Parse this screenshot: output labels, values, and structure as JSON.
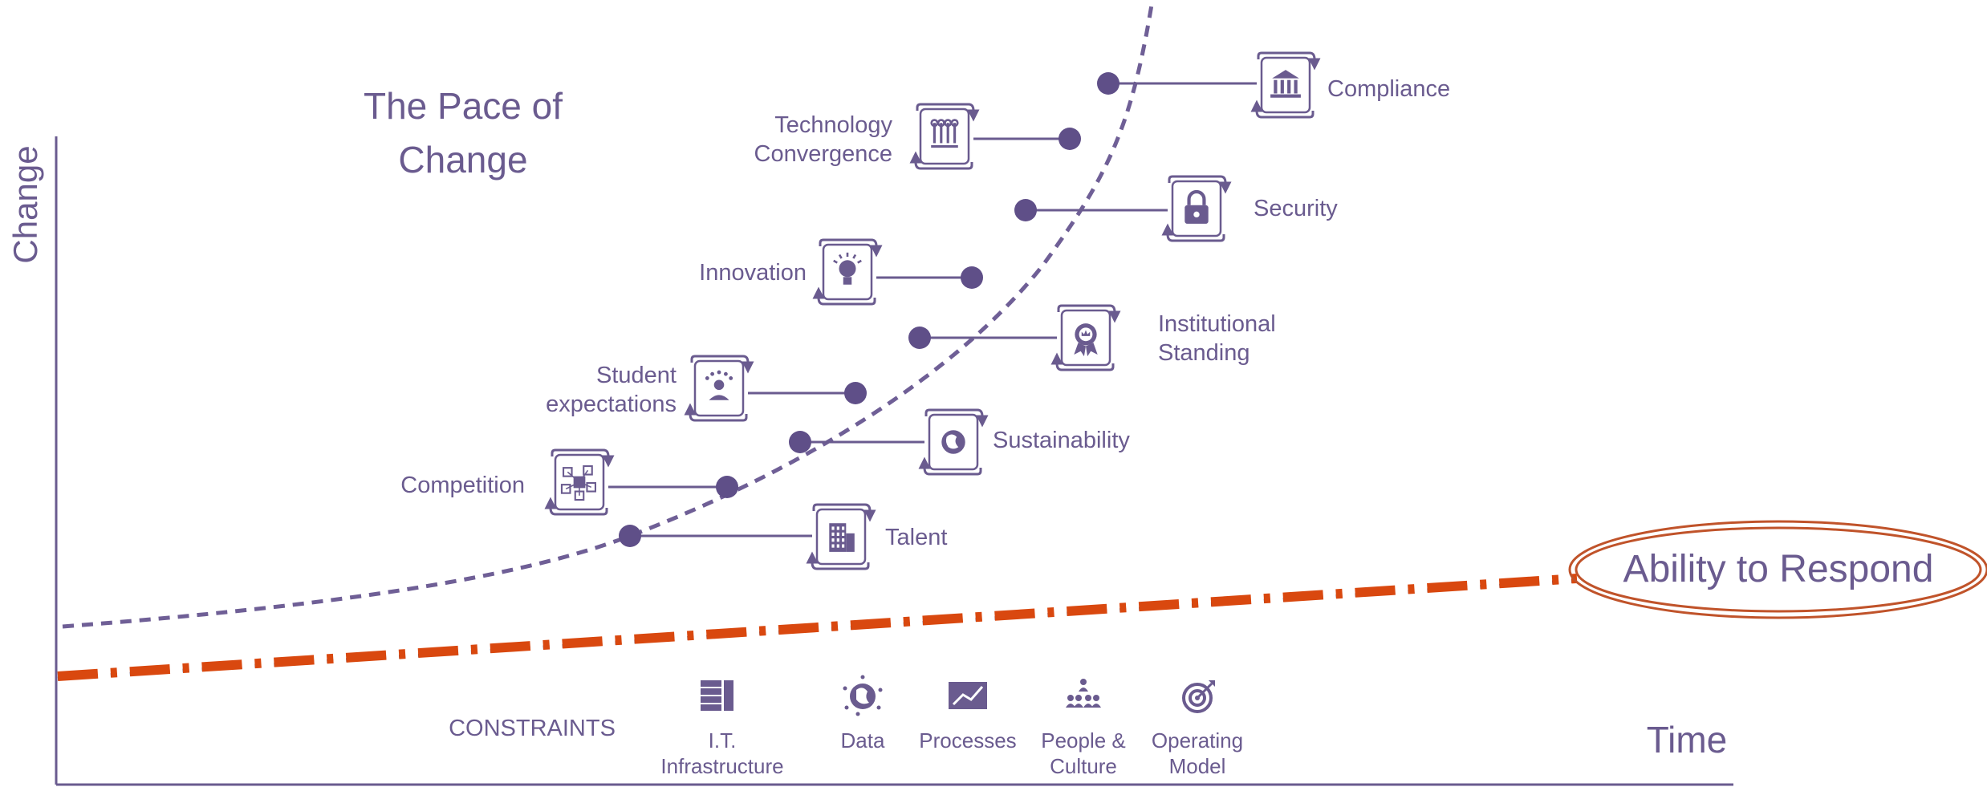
{
  "title": {
    "line1": "The Pace  of",
    "line2": "Change"
  },
  "axes": {
    "y_label": "Change",
    "x_label": "Time"
  },
  "pace_items": [
    {
      "id": "compliance",
      "lines": [
        "Compliance"
      ],
      "icon": "bank-icon"
    },
    {
      "id": "technology-convergence",
      "lines": [
        "Technology",
        "Convergence"
      ],
      "icon": "circuit-icon"
    },
    {
      "id": "security",
      "lines": [
        "Security"
      ],
      "icon": "lock-icon"
    },
    {
      "id": "innovation",
      "lines": [
        "Innovation"
      ],
      "icon": "lightbulb-icon"
    },
    {
      "id": "institutional-standing",
      "lines": [
        "Institutional",
        "Standing"
      ],
      "icon": "award-icon"
    },
    {
      "id": "student-expectations",
      "lines": [
        "Student",
        "expectations"
      ],
      "icon": "student-icon"
    },
    {
      "id": "sustainability",
      "lines": [
        "Sustainability"
      ],
      "icon": "globe-icon"
    },
    {
      "id": "competition",
      "lines": [
        "Competition"
      ],
      "icon": "network-icon"
    },
    {
      "id": "talent",
      "lines": [
        "Talent"
      ],
      "icon": "building-icon"
    }
  ],
  "ability": {
    "label": "Ability to Respond"
  },
  "constraints": {
    "heading": "CONSTRAINTS",
    "items": [
      {
        "id": "it",
        "lines": [
          "I.T.",
          "Infrastructure"
        ],
        "icon": "server-icon"
      },
      {
        "id": "data",
        "lines": [
          "Data"
        ],
        "icon": "data-globe-icon"
      },
      {
        "id": "processes",
        "lines": [
          "Processes"
        ],
        "icon": "chart-icon"
      },
      {
        "id": "people",
        "lines": [
          "People &",
          "Culture"
        ],
        "icon": "people-icon"
      },
      {
        "id": "operating",
        "lines": [
          "Operating",
          "Model"
        ],
        "icon": "target-icon"
      }
    ]
  },
  "colors": {
    "purple": "#6a5b8f",
    "curve": "#6f5f96",
    "dot": "#5f4f88",
    "orange": "#d9480f",
    "navy": "#4a3f6b"
  }
}
